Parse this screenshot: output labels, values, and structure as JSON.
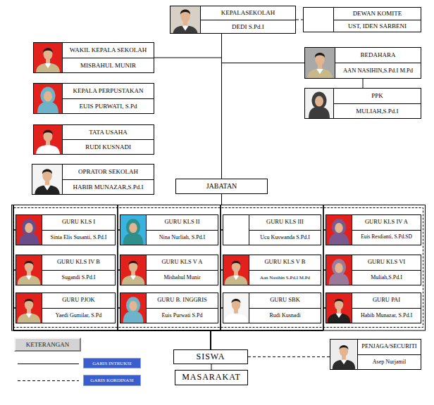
{
  "diagram": {
    "nodes": [
      {
        "text": [
          "KEPALASEKOLAH",
          "DEDI S.Pd.I"
        ]
      },
      {
        "text": [
          "DEWAN KOMITE",
          "UST, IDEN SARBENI"
        ]
      },
      {
        "text": [
          "WAKIL KEPALA SEKOLAH",
          "MISBAHUL MUNIR"
        ]
      },
      {
        "text": [
          "BEDAHARA",
          "AAN NASIHIN,S.Pd.I M.Pd"
        ]
      },
      {
        "text": [
          "KEPALA PERPUSTAKAN",
          "EUIS PURWATI, S.Pd"
        ]
      },
      {
        "text": [
          "PPK",
          "MULIAH,S.Pd.I"
        ]
      },
      {
        "text": [
          "TATA USAHA",
          "RUDI KUSNADI"
        ]
      },
      {
        "text": [
          "OPRATOR SEKOLAH",
          "HABIB MUNAZAR,S.Pd.I"
        ]
      },
      {
        "text": [
          "JABATAN"
        ]
      },
      {
        "text": [
          "GURU KLS I",
          "Sinta Elis Susanti, S.Pd.I"
        ]
      },
      {
        "text": [
          "GURU KLS II",
          "Nina Nurliah, S.Pd.I"
        ]
      },
      {
        "text": [
          "GURU KLS III",
          "Ucu Kuswanda S.Pd.I"
        ]
      },
      {
        "text": [
          "GURU KLS IV A",
          "Euis Resdianti, S.Pd.SD"
        ]
      },
      {
        "text": [
          "GURU KLS IV B",
          "Sugandi S.Pd.I"
        ]
      },
      {
        "text": [
          "GURU KLS V A",
          "Misbahul Munir"
        ]
      },
      {
        "text": [
          "GURU KLS V B",
          "Aan Nasihin S.Pd.I M.Pd"
        ]
      },
      {
        "text": [
          "GURU KLS VI",
          "Muliah,S.Pd.I"
        ]
      },
      {
        "text": [
          "GURU PJOK",
          "Yaedi Gumilar, S.Pd"
        ]
      },
      {
        "text": [
          "GURU B. INGGRIS",
          "Euis Purwati S.Pd"
        ]
      },
      {
        "text": [
          "GURU SBK",
          "Rudi Kusnadi"
        ]
      },
      {
        "text": [
          "GURU PAI",
          "Habib Munazar, S.Pd.I"
        ]
      },
      {
        "text": [
          "PENJAGA/SECURITI",
          "Asep Nurjamil"
        ]
      },
      {
        "text": [
          "SISWA"
        ]
      },
      {
        "text": [
          "MASARAKAT"
        ]
      }
    ],
    "edges": [
      {
        "from": 0,
        "to": 1,
        "arrow": "none"
      },
      {
        "from": 0,
        "to": 2,
        "arrow": "none"
      },
      {
        "from": 0,
        "to": 3,
        "arrow": "none"
      },
      {
        "from": 3,
        "to": 5,
        "arrow": "none"
      },
      {
        "from": 0,
        "to": 8,
        "arrow": "none"
      },
      {
        "from": 8,
        "to": 9,
        "arrow": "none"
      },
      {
        "from": 8,
        "to": 10,
        "arrow": "none"
      },
      {
        "from": 8,
        "to": 11,
        "arrow": "none"
      },
      {
        "from": 8,
        "to": 12,
        "arrow": "none"
      },
      {
        "from": 8,
        "to": 13,
        "arrow": "none"
      },
      {
        "from": 8,
        "to": 14,
        "arrow": "none"
      },
      {
        "from": 8,
        "to": 15,
        "arrow": "none"
      },
      {
        "from": 8,
        "to": 16,
        "arrow": "none"
      },
      {
        "from": 8,
        "to": 17,
        "arrow": "none"
      },
      {
        "from": 8,
        "to": 18,
        "arrow": "none"
      },
      {
        "from": 8,
        "to": 19,
        "arrow": "none"
      },
      {
        "from": 8,
        "to": 20,
        "arrow": "none"
      },
      {
        "from": 9,
        "to": 22,
        "arrow": "none"
      },
      {
        "from": 10,
        "to": 22,
        "arrow": "none"
      },
      {
        "from": 11,
        "to": 22,
        "arrow": "none"
      },
      {
        "from": 12,
        "to": 22,
        "arrow": "none"
      },
      {
        "from": 13,
        "to": 22,
        "arrow": "none"
      },
      {
        "from": 14,
        "to": 22,
        "arrow": "none"
      },
      {
        "from": 15,
        "to": 22,
        "arrow": "none"
      },
      {
        "from": 16,
        "to": 22,
        "arrow": "none"
      },
      {
        "from": 17,
        "to": 22,
        "arrow": "none"
      },
      {
        "from": 18,
        "to": 22,
        "arrow": "none"
      },
      {
        "from": 19,
        "to": 22,
        "arrow": "none"
      },
      {
        "from": 20,
        "to": 22,
        "arrow": "none"
      },
      {
        "from": 21,
        "to": 22,
        "arrow": "none"
      },
      {
        "from": 22,
        "to": 23,
        "arrow": "none"
      }
    ],
    "labels": [
      "KETERANGAN"
    ],
    "legend": [
      {
        "text": "GARIS INTRUKSI"
      },
      {
        "text": "GARIS KORDINASI"
      }
    ]
  }
}
